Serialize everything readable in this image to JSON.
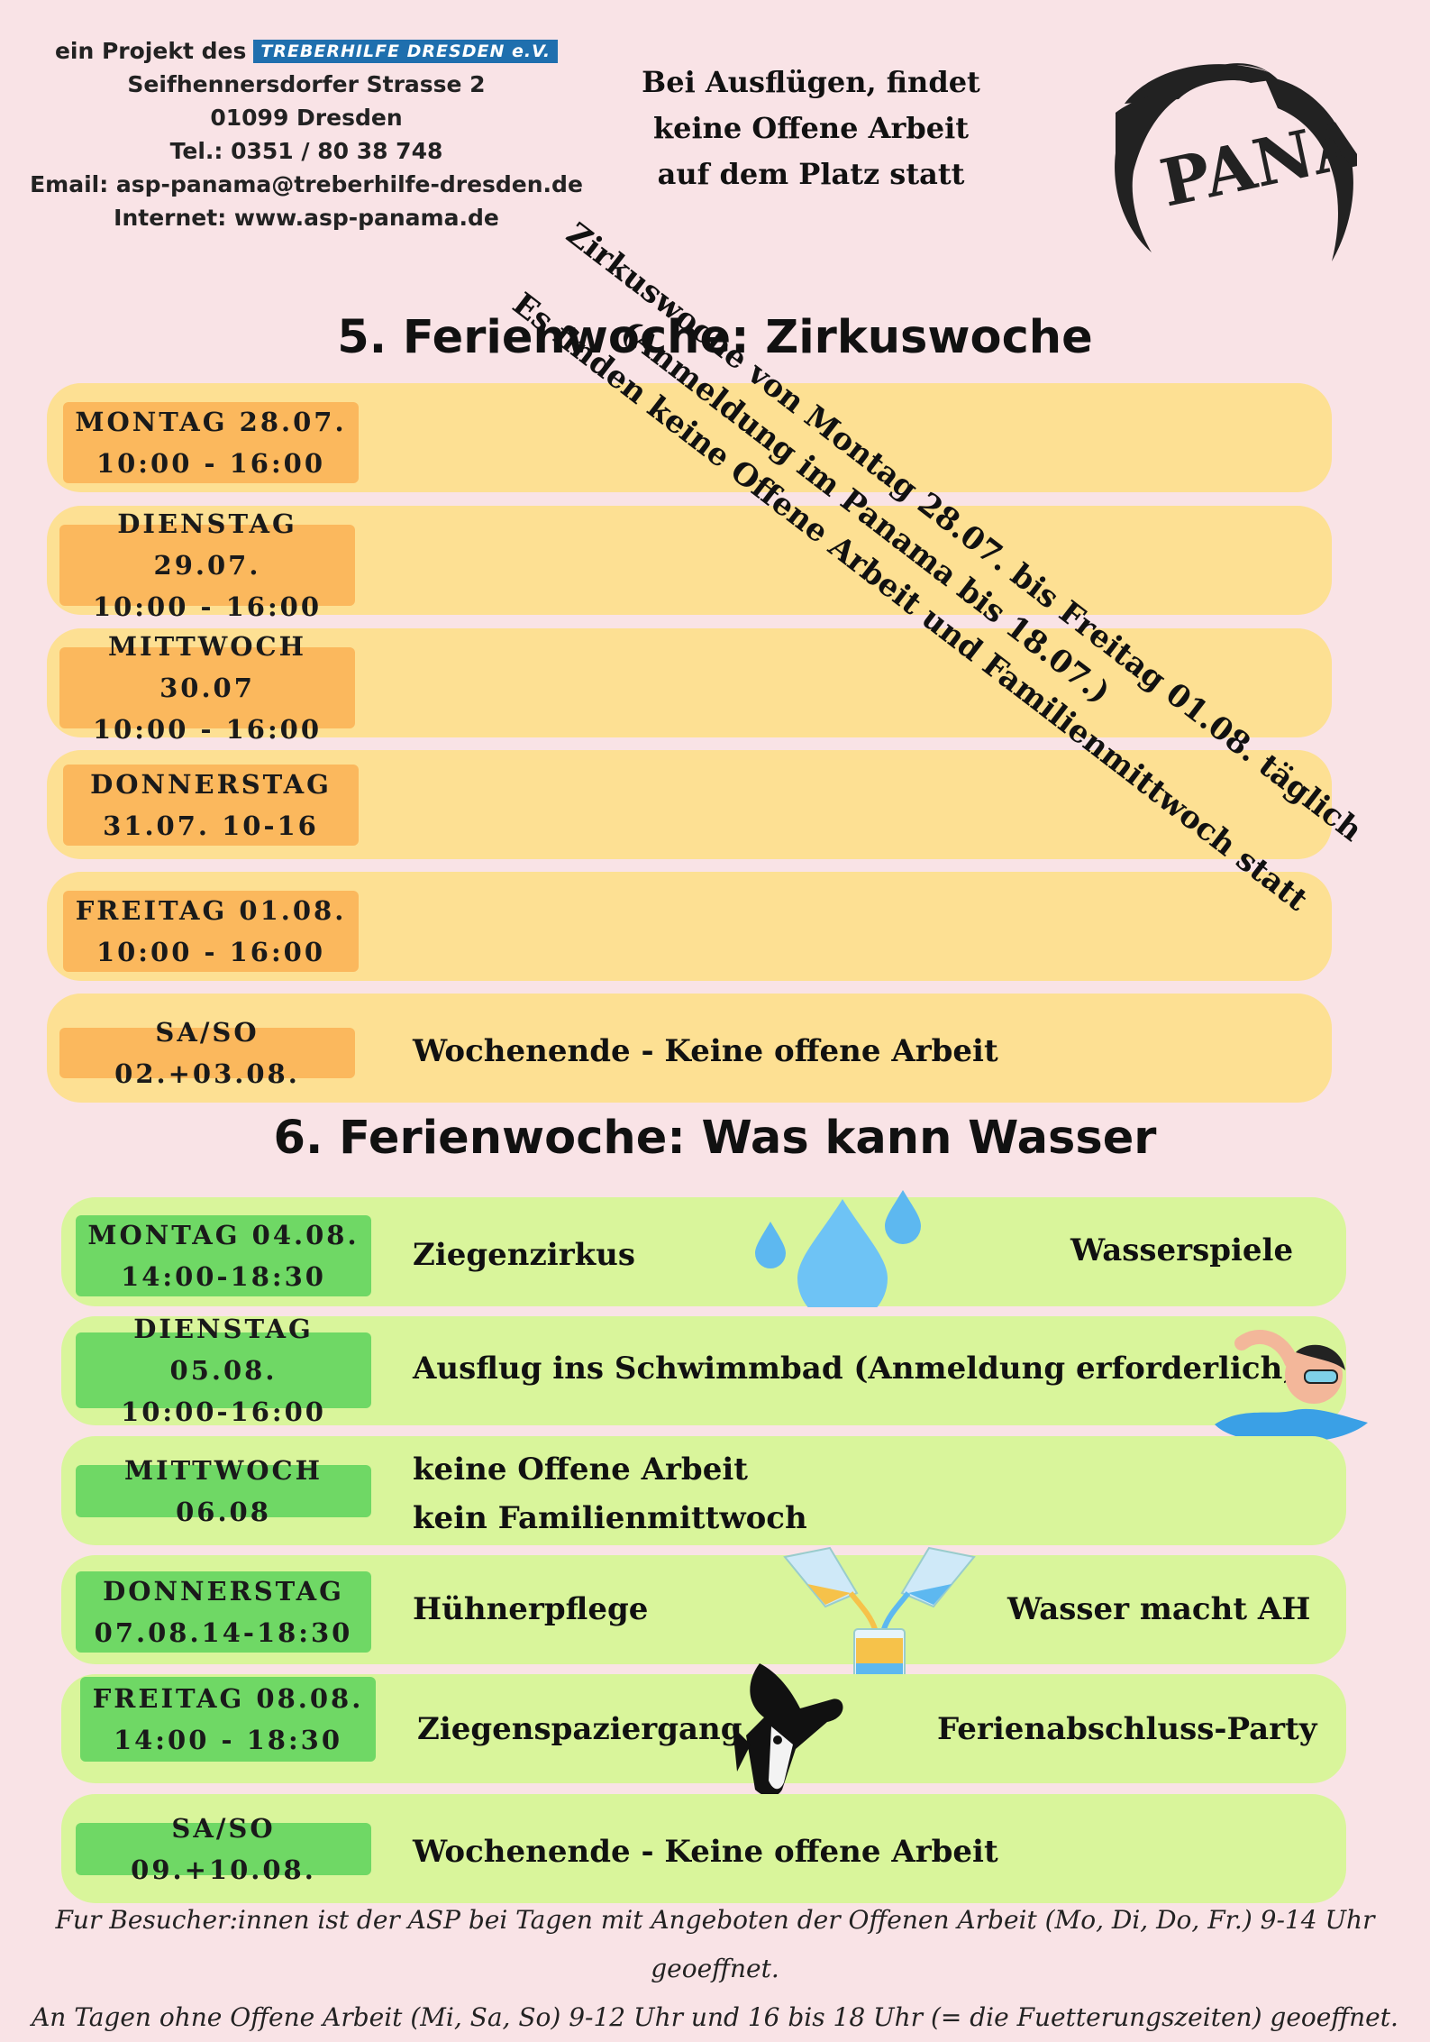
{
  "header": {
    "project_prefix": "ein Projekt des",
    "brand": "TREBERHILFE DRESDEN e.V.",
    "street": "Seifhennersdorfer Strasse 2",
    "city": "01099 Dresden",
    "phone": "Tel.: 0351 / 80 38 748",
    "email": "Email: asp-panama@treberhilfe-dresden.de",
    "internet": "Internet: www.asp-panama.de",
    "notice_l1": "Bei  Ausflügen, findet",
    "notice_l2": "keine Offene Arbeit",
    "notice_l3": "auf dem Platz statt",
    "logo_text": "PANAMA"
  },
  "week5": {
    "title": "5. Ferienwoche: Zirkuswoche",
    "days": [
      {
        "l1": "MONTAG 28.07.",
        "l2": "10:00 - 16:00",
        "activity": ""
      },
      {
        "l1": "DIENSTAG 29.07.",
        "l2": "10:00 - 16:00",
        "activity": ""
      },
      {
        "l1": "MITTWOCH 30.07",
        "l2": "10:00 - 16:00",
        "activity": ""
      },
      {
        "l1": "DONNERSTAG",
        "l2": "31.07. 10-16",
        "activity": ""
      },
      {
        "l1": "FREITAG 01.08.",
        "l2": "10:00 - 16:00",
        "activity": ""
      },
      {
        "l1": "SA/SO 02.+03.08.",
        "l2": "",
        "activity": "Wochenende - Keine offene Arbeit"
      }
    ],
    "diagonal_l1": "Zirkuswoche von Montag 28.07. bis Freitag 01.08. täglich",
    "diagonal_l2": "(Anmeldung im Panama bis 18.07.)",
    "diagonal_l3": "Es finden keine Offene Arbeit und Familienmittwoch statt"
  },
  "week6": {
    "title": "6. Ferienwoche: Was kann Wasser",
    "days": [
      {
        "l1": "MONTAG 04.08.",
        "l2": "14:00-18:30",
        "left": "Ziegenzirkus",
        "right": "Wasserspiele"
      },
      {
        "l1": "DIENSTAG 05.08.",
        "l2": "10:00-16:00",
        "left": "Ausflug ins Schwimmbad  (Anmeldung erforderlich)",
        "right": ""
      },
      {
        "l1": "MITTWOCH 06.08",
        "l2": "",
        "left": "keine Offene Arbeit",
        "left2": "kein Familienmittwoch",
        "right": ""
      },
      {
        "l1": "DONNERSTAG",
        "l2": "07.08.14-18:30",
        "left": "Hühnerpflege",
        "right": "Wasser macht AH"
      },
      {
        "l1": "FREITAG 08.08.",
        "l2": "14:00 - 18:30",
        "left": "Ziegenspaziergang",
        "right": "Ferienabschluss-Party"
      },
      {
        "l1": "SA/SO 09.+10.08.",
        "l2": "",
        "left": "Wochenende - Keine offene Arbeit",
        "right": ""
      }
    ]
  },
  "footer": {
    "line1": "Fur Besucher:innen ist der ASP bei Tagen mit Angeboten der Offenen Arbeit (Mo, Di, Do, Fr.) 9-14 Uhr geoeffnet.",
    "line2": "An Tagen ohne Offene Arbeit (Mi, Sa, So) 9-12 Uhr und 16 bis 18 Uhr (= die Fuetterungszeiten) geoeffnet."
  },
  "colors": {
    "background": "#f9e3e6",
    "week5_row": "#fde093",
    "week5_badge": "#fbb85d",
    "week6_row": "#d9f59b",
    "week6_badge": "#6fd865"
  }
}
